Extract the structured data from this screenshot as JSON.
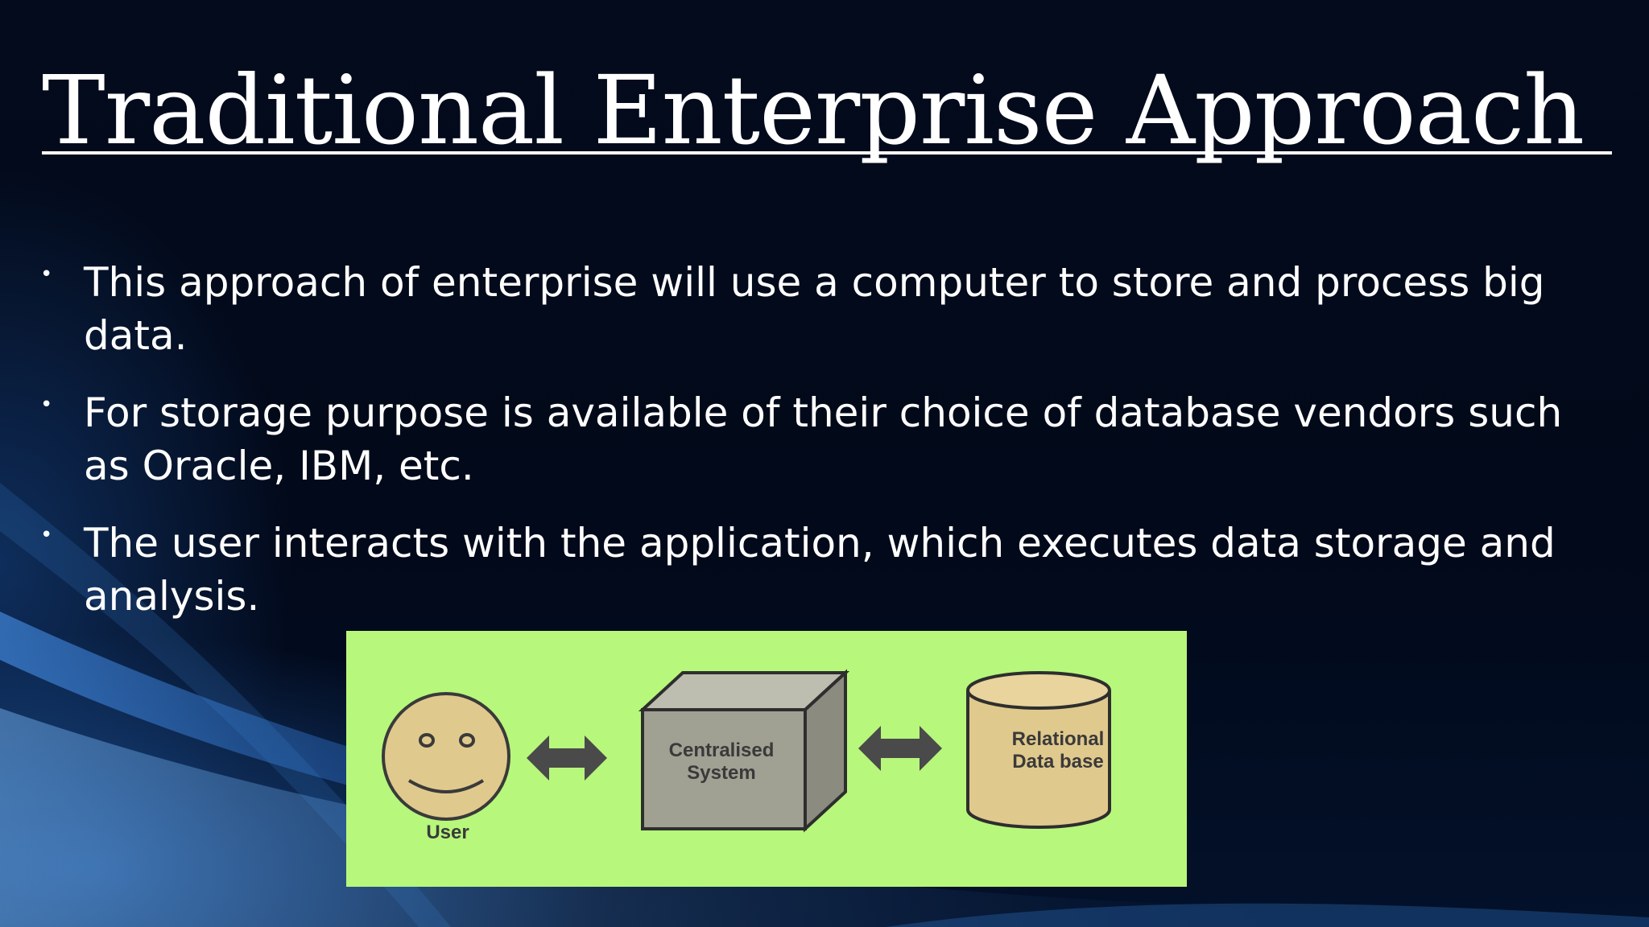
{
  "slide": {
    "title": "Traditional Enterprise Approach",
    "bullets": [
      "This approach of enterprise will use a computer to store and process big data.",
      "For storage purpose is available of their choice of database vendors such as Oracle, IBM, etc.",
      "The user interacts with the application, which executes data storage and analysis."
    ],
    "bullet_glyph": "•"
  },
  "diagram": {
    "user_label": "User",
    "system_label_line1": "Centralised",
    "system_label_line2": "System",
    "db_label_line1": "Relational",
    "db_label_line2": "Data base",
    "colors": {
      "background": "#b7f77c",
      "face": "#e0c98d",
      "box": "#a0a093",
      "db": "#e0c98d",
      "arrow": "#4a4a4a"
    }
  }
}
